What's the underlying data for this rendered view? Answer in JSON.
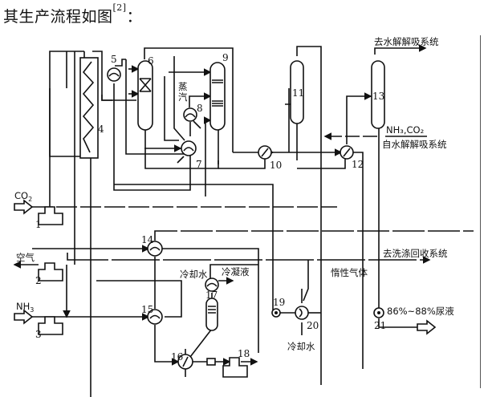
{
  "caption": {
    "text": "其生产流程如图",
    "ref": "[2]",
    "suffix": "："
  },
  "streams": {
    "co2_in": "CO",
    "co2_sub": "2",
    "air_in": "空气",
    "nh3_in": "NH",
    "nh3_sub": "3",
    "steam": [
      "蒸",
      "汽"
    ],
    "to_hydrolysis_absorption": "去水解解吸系统",
    "from_hydrolysis_top": "NH₃,CO₂",
    "from_hydrolysis_bottom": "自水解解吸系统",
    "to_wash_recovery": "去洗涤回收系统",
    "inert_gas": "惰性气体",
    "cooling_water_a": "冷却水",
    "condensate": "冷凝液",
    "cooling_water_b": "冷却水",
    "urea_product": "86%~88%尿液"
  },
  "equipment_numbers": [
    "1",
    "2",
    "3",
    "4",
    "5",
    "6",
    "7",
    "8",
    "9",
    "10",
    "11",
    "12",
    "13",
    "14",
    "15",
    "16",
    "17",
    "18",
    "19",
    "20",
    "21"
  ]
}
